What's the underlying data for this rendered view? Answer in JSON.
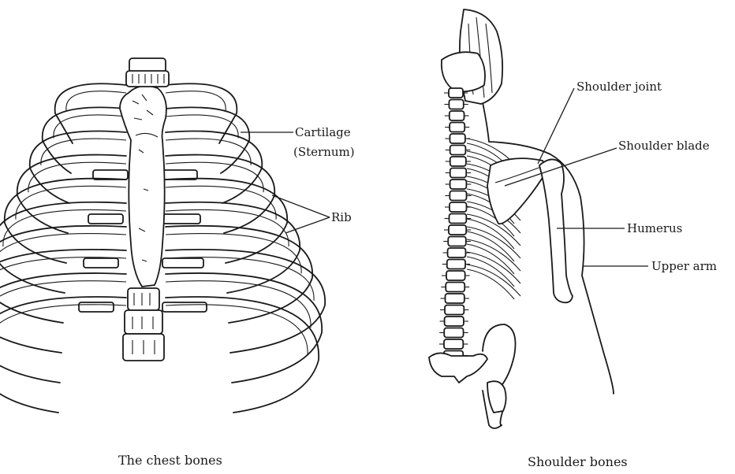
{
  "figures": {
    "chest": {
      "caption": "The chest bones",
      "labels": {
        "cartilage": "Cartilage",
        "sternum": "(Sternum)",
        "rib": "Rib"
      }
    },
    "shoulder": {
      "caption": "Shoulder bones",
      "labels": {
        "shoulder_joint": "Shoulder joint",
        "shoulder_blade": "Shoulder blade",
        "humerus": "Humerus",
        "upper_arm": "Upper arm"
      }
    }
  }
}
